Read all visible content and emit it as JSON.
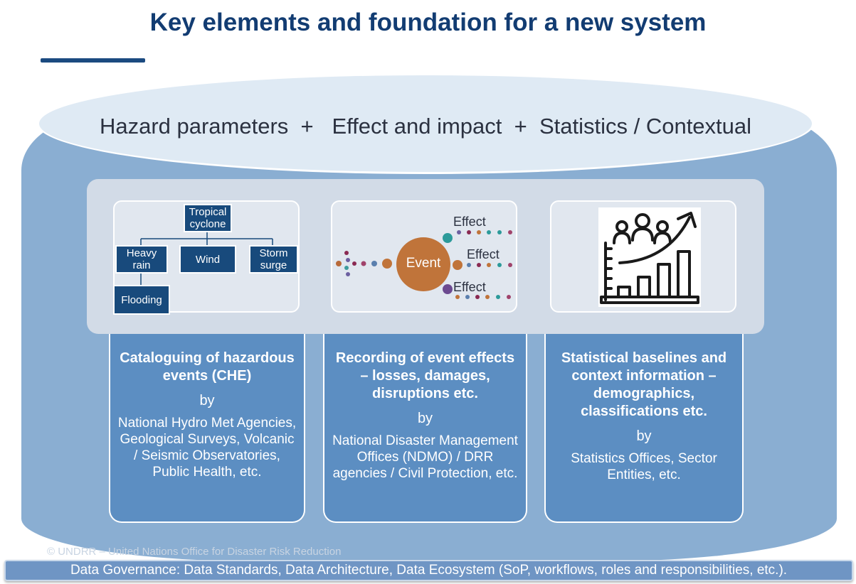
{
  "title": "Key elements and foundation for a new system",
  "top_text": "Hazard parameters  +   Effect and impact  +  Statistics / Contextual",
  "hazard_tree": {
    "root": "Tropical cyclone",
    "children": [
      "Heavy rain",
      "Wind",
      "Storm surge"
    ],
    "grandchild": "Flooding"
  },
  "event_diagram": {
    "center": "Event",
    "effect_labels": [
      "Effect",
      "Effect",
      "Effect"
    ]
  },
  "columns": [
    {
      "heading": "Cataloguing of hazardous events (CHE)",
      "by": "by",
      "body": "National Hydro Met Agencies, Geological Surveys, Volcanic / Seismic Observatories, Public Health, etc."
    },
    {
      "heading": "Recording of event effects – losses, damages, disruptions etc.",
      "by": "by",
      "body": "National  Disaster Management Offices (NDMO) / DRR agencies / Civil Protection, etc."
    },
    {
      "heading": "Statistical baselines and context  information – demographics, classifications etc.",
      "by": "by",
      "body": "Statistics Offices, Sector Entities, etc."
    }
  ],
  "copyright": "© UNDRR – United Nations Office for Disaster Risk Reduction",
  "footer_bar": "Data Governance: Data Standards, Data Architecture, Data Ecosystem (SoP, workflows, roles and responsibilities, etc.).",
  "icons": {
    "statistics": "people-growth-chart-icon"
  },
  "colors": {
    "title": "#123c72",
    "cylinder": "#8aaed2",
    "column": "#5c8ec2",
    "node": "#184a7c",
    "event": "#c0743a"
  }
}
